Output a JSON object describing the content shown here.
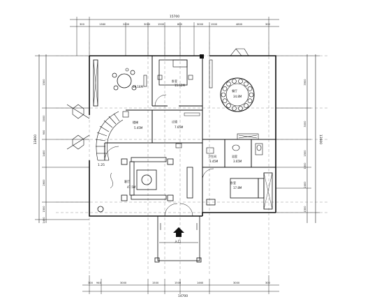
{
  "dimensions": {
    "top_total": "15700",
    "top_segments": [
      "300",
      "1360",
      "2400",
      "3000",
      "1500",
      "800",
      "3000",
      "1500",
      "4800",
      "300"
    ],
    "bottom_total": "14700",
    "bottom_segments": [
      "300",
      "940",
      "3000",
      "1500",
      "1500",
      "1460",
      "3000",
      "300"
    ],
    "left_total": "13600",
    "left_segments": [
      "1500",
      "3000",
      "900",
      "1400",
      "2600",
      "1500",
      "1400"
    ],
    "right_total": "13600",
    "right_segments": [
      "3900",
      "3000",
      "1500",
      "1500",
      "2400",
      "1500"
    ]
  },
  "rooms": [
    {
      "id": "garden-room",
      "area": "19.16M"
    },
    {
      "id": "bedroom-top",
      "name": "卧室",
      "area": "15.62M"
    },
    {
      "id": "dining",
      "name": "餐厅",
      "area": "34.8M"
    },
    {
      "id": "stair-hall",
      "name": "楼梯",
      "area": "5.45M"
    },
    {
      "id": "kitchen-hall",
      "name": "过道",
      "area": "7.65M"
    },
    {
      "id": "living",
      "name": "客厅",
      "area": "47.5M"
    },
    {
      "id": "wc",
      "name": "卫生间",
      "area": "3.45M"
    },
    {
      "id": "bath",
      "name": "浴室",
      "area": "3.65M"
    },
    {
      "id": "bedroom-right",
      "name": "卧室",
      "area": "17.8M"
    }
  ],
  "labels": {
    "entrance": "入口",
    "level": "1.25"
  }
}
